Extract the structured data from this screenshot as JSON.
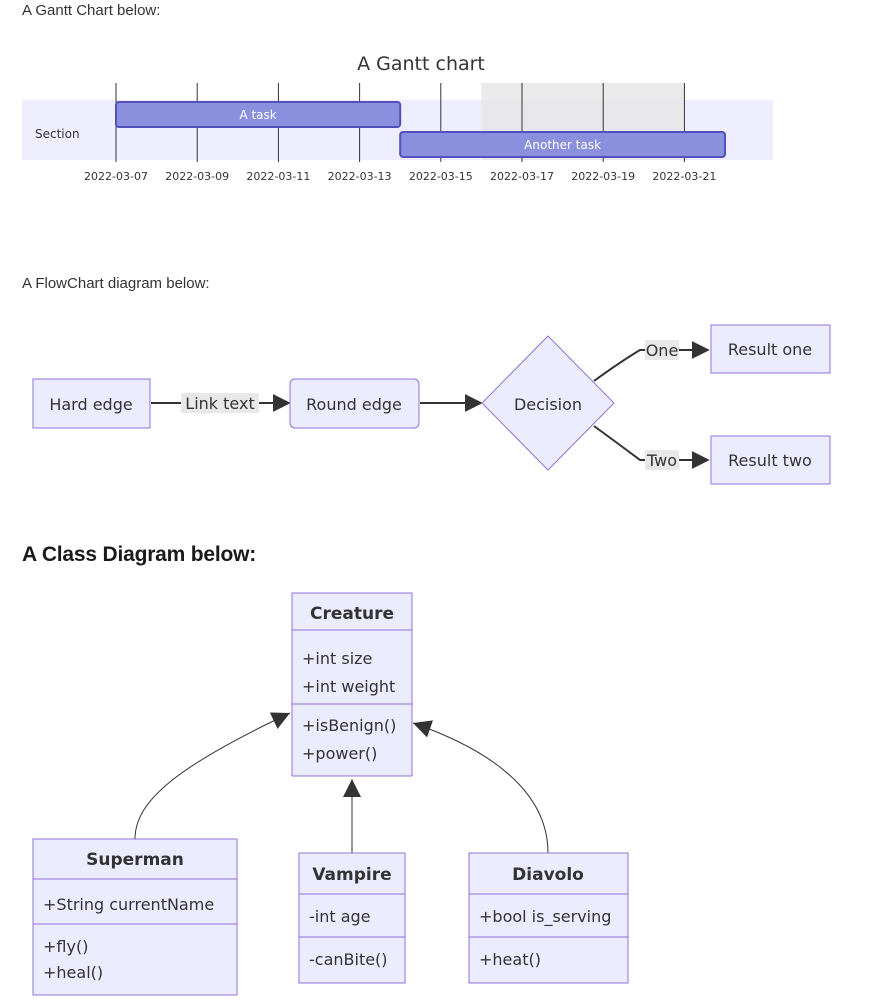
{
  "gantt_intro": "A Gantt Chart below:",
  "flow_intro": "A FlowChart diagram below:",
  "class_heading": "A Class Diagram below:",
  "gantt": {
    "title": "A Gantt chart",
    "section": "Section",
    "tasks": [
      {
        "name": "A task",
        "start": "2022-03-07",
        "end": "2022-03-14"
      },
      {
        "name": "Another task",
        "start": "2022-03-14",
        "end": "2022-03-22"
      }
    ],
    "ticks": [
      "2022-03-07",
      "2022-03-09",
      "2022-03-11",
      "2022-03-13",
      "2022-03-15",
      "2022-03-17",
      "2022-03-19",
      "2022-03-21"
    ],
    "weekends": [
      [
        "2022-03-16",
        "2022-03-17"
      ],
      [
        "2022-03-18",
        "2022-03-20"
      ]
    ]
  },
  "flowchart": {
    "nodes": {
      "hard": "Hard edge",
      "round": "Round edge",
      "decision": "Decision",
      "result_one": "Result one",
      "result_two": "Result two"
    },
    "edge_labels": {
      "link": "Link text",
      "one": "One",
      "two": "Two"
    }
  },
  "class_diagram": {
    "classes": {
      "creature": {
        "name": "Creature",
        "attributes": [
          "+int size",
          "+int weight"
        ],
        "methods": [
          "+isBenign()",
          "+power()"
        ]
      },
      "superman": {
        "name": "Superman",
        "attributes": [
          "+String currentName"
        ],
        "methods": [
          "+fly()",
          "+heal()"
        ]
      },
      "vampire": {
        "name": "Vampire",
        "attributes": [
          "-int age"
        ],
        "methods": [
          "-canBite()"
        ]
      },
      "diavolo": {
        "name": "Diavolo",
        "attributes": [
          "+bool is_serving"
        ],
        "methods": [
          "+heat()"
        ]
      }
    }
  },
  "colors": {
    "node_fill": "#ECECFF",
    "node_border": "#9370DB",
    "task_fill": "#8A90DD",
    "task_border": "#534FBC",
    "section_band": "#EEEEFF",
    "weekend": "#E6E6E6",
    "edge": "#333333",
    "edge_label_bg": "#E8E8E8"
  }
}
